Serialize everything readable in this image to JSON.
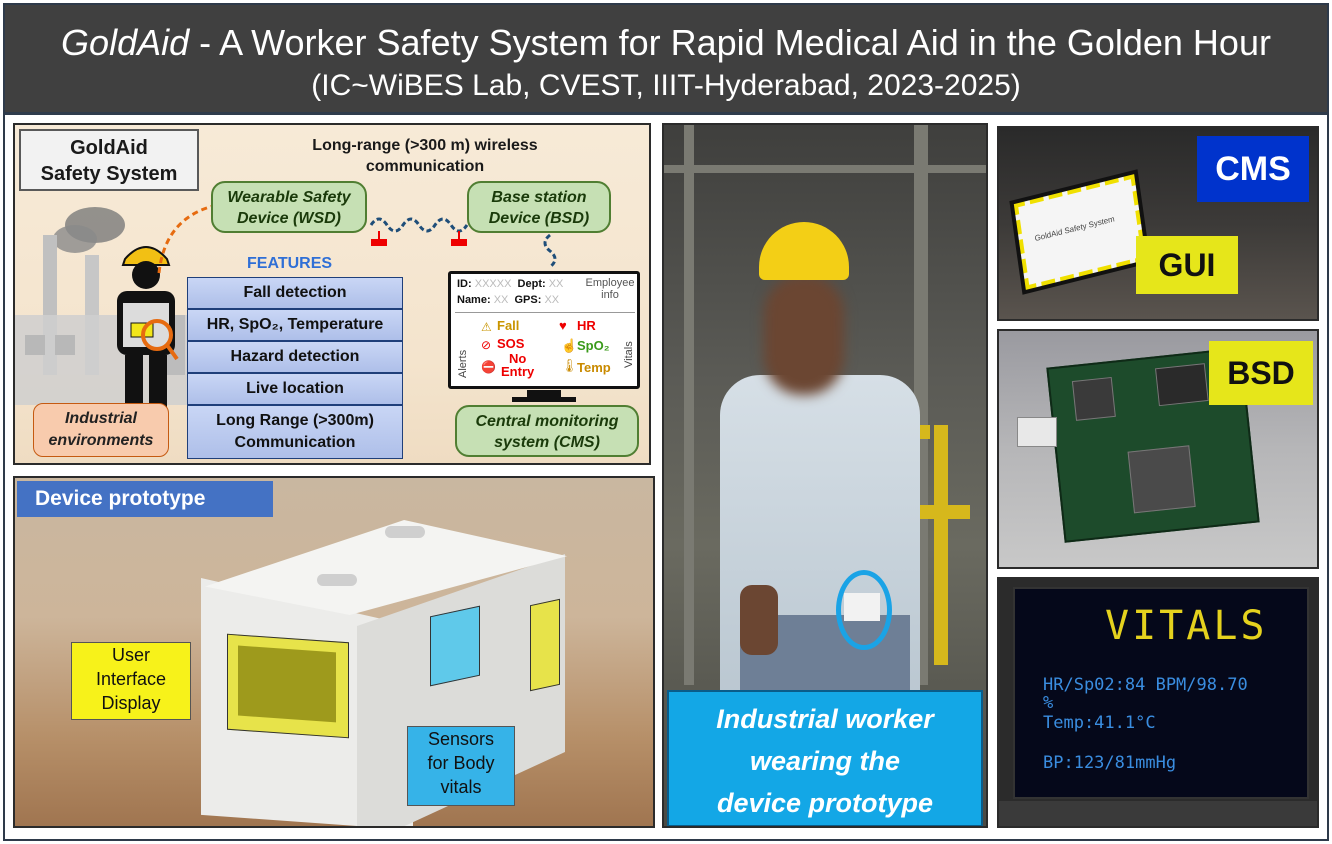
{
  "header": {
    "title_italic": "GoldAid",
    "title_rest": " - A Worker Safety System for Rapid Medical Aid in the Golden Hour",
    "subtitle": "(IC~WiBES Lab, CVEST, IIIT-Hyderabad, 2023-2025)"
  },
  "system": {
    "title_line1": "GoldAid",
    "title_line2": "Safety System",
    "long_range_line1": "Long-range  (>300 m) wireless",
    "long_range_line2": "communication",
    "wsd_line1": "Wearable Safety",
    "wsd_line2": "Device (WSD)",
    "bsd_line1": "Base station",
    "bsd_line2": "Device (BSD)",
    "features_title": "FEATURES",
    "features": [
      "Fall detection",
      "HR, SpO₂, Temperature",
      "Hazard detection",
      "Live location"
    ],
    "feature_last_line1": "Long Range (>300m)",
    "feature_last_line2": "Communication",
    "env_line1": "Industrial",
    "env_line2": "environments",
    "cms_line1": "Central monitoring",
    "cms_line2": "system (CMS)",
    "monitor": {
      "id_label": "ID:",
      "id_value": "XXXXX",
      "dept_label": "Dept:",
      "dept_value": "XX",
      "name_label": "Name:",
      "name_value": "XX",
      "gps_label": "GPS:",
      "gps_value": "XX",
      "employee_line1": "Employee",
      "employee_line2": "info",
      "alerts_label": "Alerts",
      "vitals_label": "Vitals",
      "alert_fall": "Fall",
      "alert_sos": "SOS",
      "alert_noentry_1": "No",
      "alert_noentry_2": "Entry",
      "vital_hr": "HR",
      "vital_spo2": "SpO₂",
      "vital_temp": "Temp"
    }
  },
  "prototype": {
    "tag": "Device prototype",
    "ui_line1": "User",
    "ui_line2": "Interface",
    "ui_line3": "Display",
    "sensors_line1": "Sensors",
    "sensors_line2": "for Body",
    "sensors_line3": "vitals"
  },
  "worker": {
    "caption_line1": "Industrial worker",
    "caption_line2": "wearing the",
    "caption_line3": "device prototype"
  },
  "cms_photo": {
    "tag": "CMS",
    "gui_tag": "GUI",
    "screen_text": "GoldAid Safety System"
  },
  "bsd_photo": {
    "tag": "BSD"
  },
  "vitals_photo": {
    "title": "VITALS",
    "line1": "HR/Sp02:84 BPM/98.70",
    "line1b": "%",
    "line2": "Temp:41.1°C",
    "line3": "BP:123/81mmHg"
  },
  "colors": {
    "header_bg": "#404040",
    "feature_blue": "#aebfe9",
    "green_box": "#c6e0b4",
    "caption_blue": "#13a7e6",
    "cms_tag_blue": "#0033cc",
    "highlight_yellow": "#e6e61a",
    "prototype_tag": "#4472c4"
  }
}
